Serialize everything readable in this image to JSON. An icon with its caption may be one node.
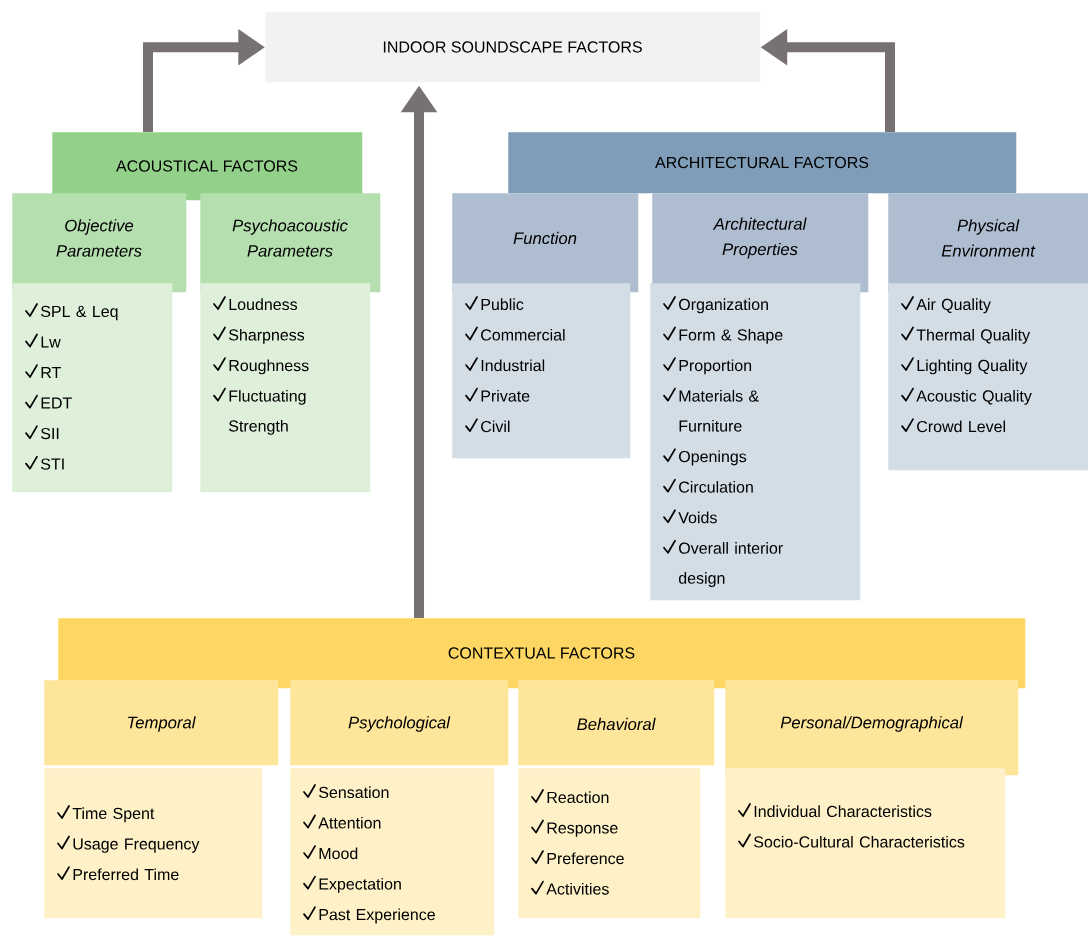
{
  "diagram": {
    "nodes": [
      {
        "text": [
          "INDOOR SOUNDSCAPE FACTORS"
        ]
      },
      {
        "text": [
          "ACOUSTICAL FACTORS"
        ]
      },
      {
        "text": [
          "Objective Parameters"
        ]
      },
      {
        "text": [
          "SPL & Leq",
          "Lw",
          "RT",
          "EDT",
          "SII",
          "STI"
        ]
      },
      {
        "text": [
          "Psychoacoustic Parameters"
        ]
      },
      {
        "text": [
          "Loudness",
          "Sharpness",
          "Roughness",
          "Fluctuating Strength"
        ]
      },
      {
        "text": [
          "ARCHITECTURAL FACTORS"
        ]
      },
      {
        "text": [
          "Function"
        ]
      },
      {
        "text": [
          "Public",
          "Commercial",
          "Industrial",
          "Private",
          "Civil"
        ]
      },
      {
        "text": [
          "Architectural Properties"
        ]
      },
      {
        "text": [
          "Organization",
          "Form & Shape",
          "Proportion",
          "Materials & Furniture",
          "Openings",
          "Circulation",
          "Voids",
          "Overall interior design"
        ]
      },
      {
        "text": [
          "Physical Environment"
        ]
      },
      {
        "text": [
          "Air Quality",
          "Thermal Quality",
          "Lighting Quality",
          "Acoustic Quality",
          "Crowd Level"
        ]
      },
      {
        "text": [
          "CONTEXTUAL FACTORS"
        ]
      },
      {
        "text": [
          "Temporal"
        ]
      },
      {
        "text": [
          "Time Spent",
          "Usage Frequency",
          "Preferred Time"
        ]
      },
      {
        "text": [
          "Psychological"
        ]
      },
      {
        "text": [
          "Sensation",
          "Attention",
          "Mood",
          "Expectation",
          "Past Experience"
        ]
      },
      {
        "text": [
          "Behavioral"
        ]
      },
      {
        "text": [
          "Reaction",
          "Response",
          "Preference",
          "Activities"
        ]
      },
      {
        "text": [
          "Personal/Demographical"
        ]
      },
      {
        "text": [
          "Individual Characteristics",
          "Socio-Cultural Characteristics"
        ]
      }
    ],
    "edges": [
      {
        "from": 1,
        "to": 0,
        "arrow": "to"
      },
      {
        "from": 6,
        "to": 0,
        "arrow": "to"
      },
      {
        "from": 13,
        "to": 0,
        "arrow": "to"
      }
    ]
  }
}
